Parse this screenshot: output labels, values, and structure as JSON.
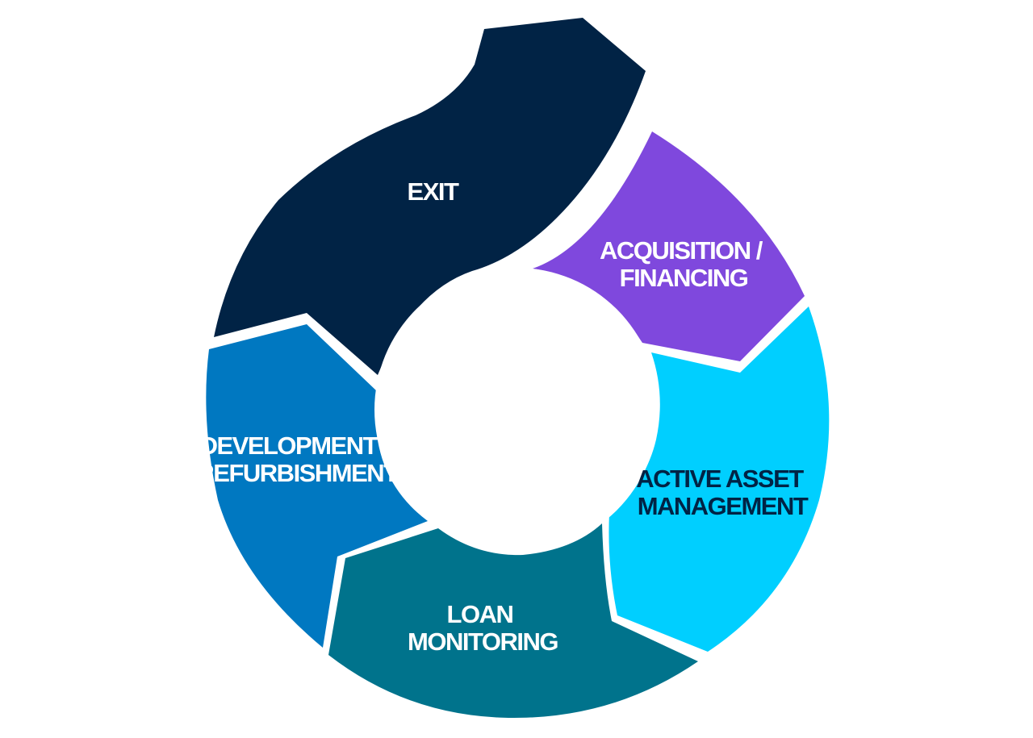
{
  "diagram": {
    "type": "cycle",
    "segments": [
      {
        "id": "exit",
        "lines": [
          "EXIT"
        ],
        "fill": "#012345",
        "text_color": "#ffffff"
      },
      {
        "id": "acquisition-financing",
        "lines": [
          "ACQUISITION /",
          "FINANCING"
        ],
        "fill": "#7f48dd",
        "text_color": "#ffffff"
      },
      {
        "id": "active-asset-management",
        "lines": [
          "ACTIVE ASSET",
          "MANAGEMENT"
        ],
        "fill": "#00cfff",
        "text_color": "#012345"
      },
      {
        "id": "loan-monitoring",
        "lines": [
          "LOAN",
          "MONITORING"
        ],
        "fill": "#00738c",
        "text_color": "#ffffff"
      },
      {
        "id": "development-refurbishment",
        "lines": [
          "DEVELOPMENT /",
          "REFURBISHMENT"
        ],
        "fill": "#0078c1",
        "text_color": "#ffffff"
      }
    ]
  }
}
